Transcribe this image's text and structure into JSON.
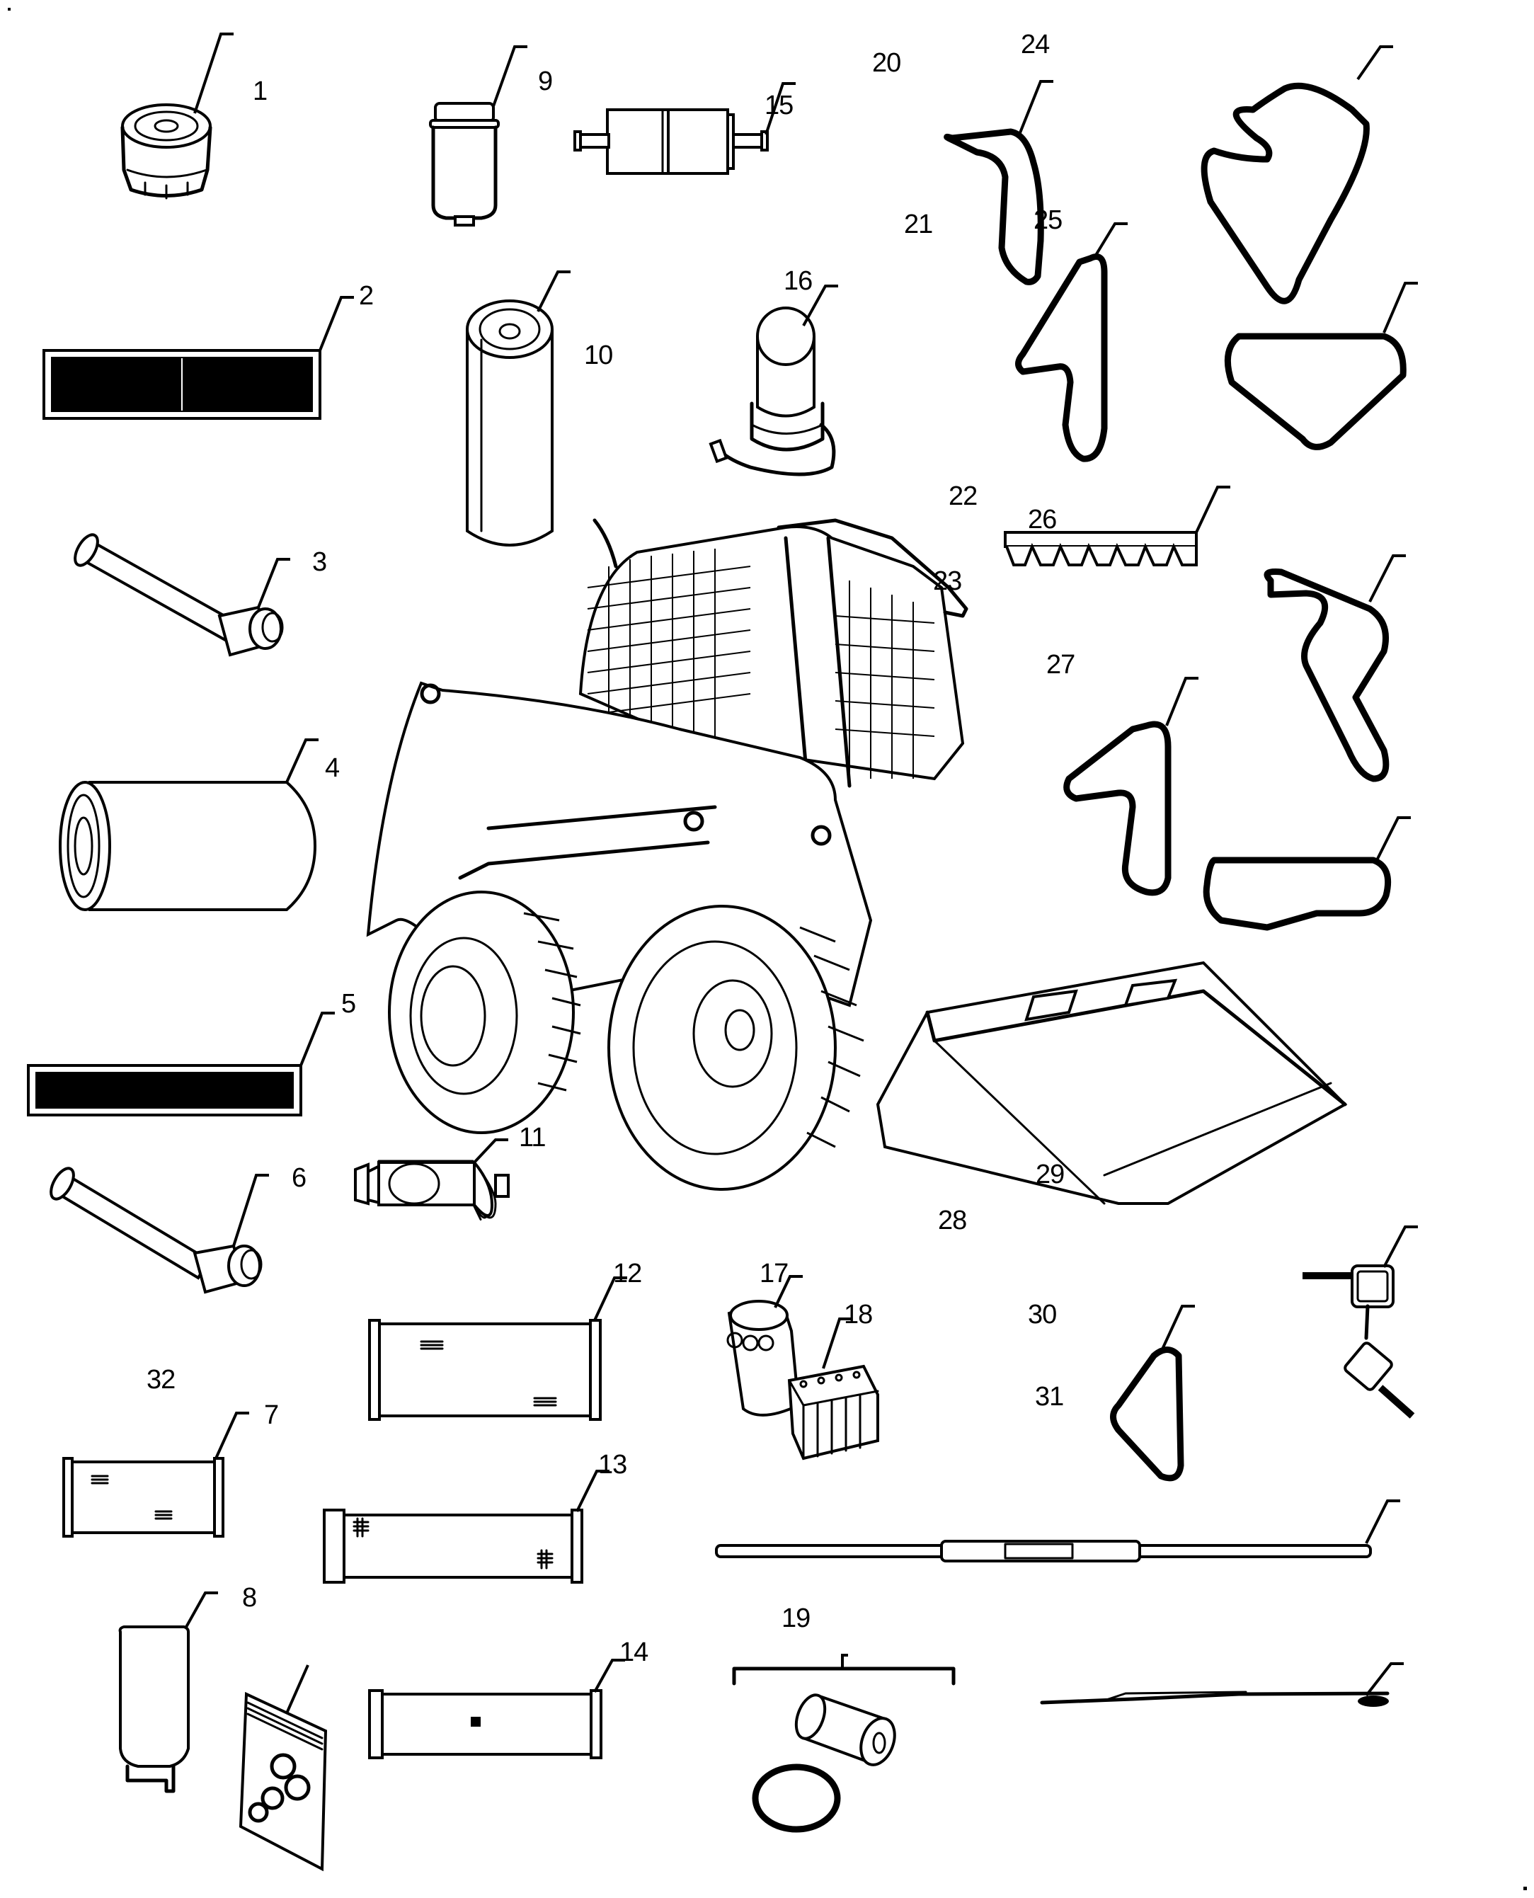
{
  "diagram": {
    "type": "parts-catalog-exploded-view",
    "central_illustration": "skid-steer-loader",
    "background": "#ffffff",
    "line_color": "#000000",
    "callouts": [
      {
        "id": "1",
        "label": "1",
        "part": "oil-filter"
      },
      {
        "id": "2",
        "label": "2",
        "part": "decal"
      },
      {
        "id": "3",
        "label": "3",
        "part": "hydraulic-filter-element"
      },
      {
        "id": "4",
        "label": "4",
        "part": "air-filter-element"
      },
      {
        "id": "5",
        "label": "5",
        "part": "decal"
      },
      {
        "id": "6",
        "label": "6",
        "part": "hydraulic-filter-element"
      },
      {
        "id": "7",
        "label": "7",
        "part": "cab-air-filter"
      },
      {
        "id": "8",
        "label": "8",
        "part": "fuel-filter"
      },
      {
        "id": "9",
        "label": "9",
        "part": "fuel-filter"
      },
      {
        "id": "10",
        "label": "10",
        "part": "spin-on-filter"
      },
      {
        "id": "11",
        "label": "11",
        "part": "fuel-water-separator"
      },
      {
        "id": "12",
        "label": "12",
        "part": "cab-air-filter"
      },
      {
        "id": "13",
        "label": "13",
        "part": "cab-air-filter"
      },
      {
        "id": "14",
        "label": "14",
        "part": "cab-air-filter"
      },
      {
        "id": "15",
        "label": "15",
        "part": "inline-fuel-filter"
      },
      {
        "id": "16",
        "label": "16",
        "part": "beacon-light"
      },
      {
        "id": "17",
        "label": "17",
        "part": "oil-filter"
      },
      {
        "id": "18",
        "label": "18",
        "part": "battery"
      },
      {
        "id": "19",
        "label": "19",
        "part": "filter-kit-with-o-ring"
      },
      {
        "id": "20",
        "label": "20",
        "part": "drive-belt"
      },
      {
        "id": "21",
        "label": "21",
        "part": "drive-belt"
      },
      {
        "id": "22",
        "label": "22",
        "part": "ribbed-belt-section"
      },
      {
        "id": "23",
        "label": "23",
        "part": "drive-belt"
      },
      {
        "id": "24",
        "label": "24",
        "part": "serpentine-belt"
      },
      {
        "id": "25",
        "label": "25",
        "part": "drive-belt"
      },
      {
        "id": "26",
        "label": "26",
        "part": "serpentine-belt"
      },
      {
        "id": "27",
        "label": "27",
        "part": "drive-belt"
      },
      {
        "id": "28",
        "label": "28",
        "part": "drive-belt"
      },
      {
        "id": "29",
        "label": "29",
        "part": "key-set"
      },
      {
        "id": "30",
        "label": "30",
        "part": "wiper-blade"
      },
      {
        "id": "31",
        "label": "31",
        "part": "wiper-arm"
      },
      {
        "id": "32",
        "label": "32",
        "part": "o-ring-kit-bag"
      }
    ]
  }
}
